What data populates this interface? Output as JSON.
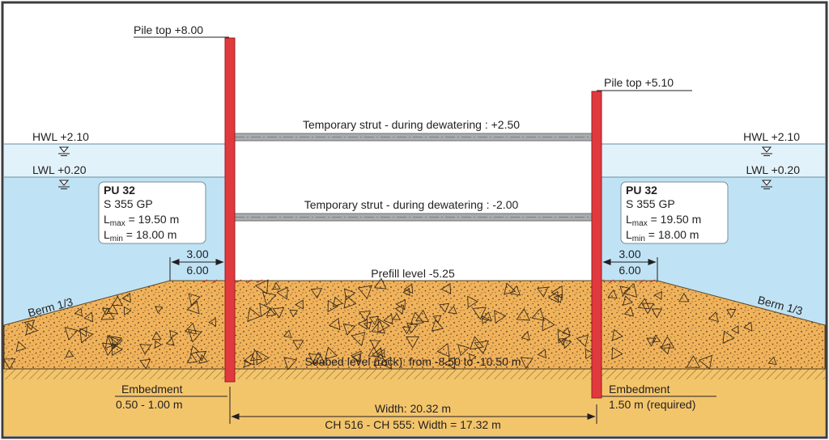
{
  "left_pile": {
    "top_label": "Pile top +8.00"
  },
  "right_pile": {
    "top_label": "Pile top +5.10"
  },
  "water": {
    "hwl_label": "HWL +2.10",
    "lwl_label": "LWL +0.20"
  },
  "struts": {
    "upper_label": "Temporary strut - during dewatering : +2.50",
    "lower_label": "Temporary strut - during dewatering : -2.00"
  },
  "sheet_pile_info": {
    "profile": "PU 32",
    "grade": "S 355 GP",
    "lmax_prefix": "L",
    "lmax_sub": "max",
    "lmax_value": " = 19.50 m",
    "lmin_prefix": "L",
    "lmin_sub": "min",
    "lmin_value": " = 18.00 m"
  },
  "berm": {
    "offset_top": "3.00",
    "offset_bottom": "6.00",
    "slope_label": "Berm 1/3"
  },
  "levels": {
    "prefill": "Prefill level -5.25",
    "seabed": "Seabed level (rock): from -8.50 to -10.50 m"
  },
  "embedment": {
    "title": "Embedment",
    "left_value": "0.50 - 1.00 m",
    "right_value": "1.50 m (required)"
  },
  "width": {
    "main": "Width: 20.32 m",
    "secondary": "CH 516 - CH 555: Width = 17.32 m"
  },
  "colors": {
    "pile": "#e03a3e",
    "water_upper": "#e2f2fb",
    "water_lower": "#bfe3f5",
    "fill": "#f0b25a",
    "rock": "#f3c56b",
    "strut": "#a9acae",
    "frame": "#3d3d3d"
  }
}
